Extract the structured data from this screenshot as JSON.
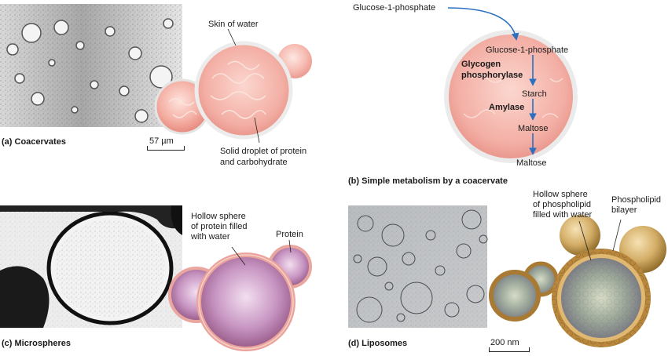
{
  "panel_a": {
    "caption": "(a) Coacervates",
    "scale_bar": "57 µm",
    "skin_label": "Skin of water",
    "droplet_label_line1": "Solid droplet of protein",
    "droplet_label_line2": "and carbohydrate"
  },
  "panel_b": {
    "caption": "(b) Simple metabolism by a coacervate",
    "input": "Glucose-1-phosphate",
    "inner_substrate": "Glucose-1-phosphate",
    "enzyme1_line1": "Glycogen",
    "enzyme1_line2": "phosphorylase",
    "product1": "Starch",
    "enzyme2": "Amylase",
    "product2": "Maltose",
    "output": "Maltose"
  },
  "panel_c": {
    "caption": "(c) Microspheres",
    "hollow_line1": "Hollow sphere",
    "hollow_line2": "of protein filled",
    "hollow_line3": "with water",
    "protein_label": "Protein"
  },
  "panel_d": {
    "caption": "(d) Liposomes",
    "scale_bar": "200 nm",
    "hollow_line1": "Hollow sphere",
    "hollow_line2": "of phospholipid",
    "hollow_line3": "filled with water",
    "bilayer_line1": "Phospholipid",
    "bilayer_line2": "bilayer"
  },
  "colors": {
    "arrow_blue": "#2a6fc0",
    "coacervate_pink": "#f2a9a2",
    "microsphere_mauve": "#b06a8a",
    "liposome_gold": "#c49a4a"
  }
}
